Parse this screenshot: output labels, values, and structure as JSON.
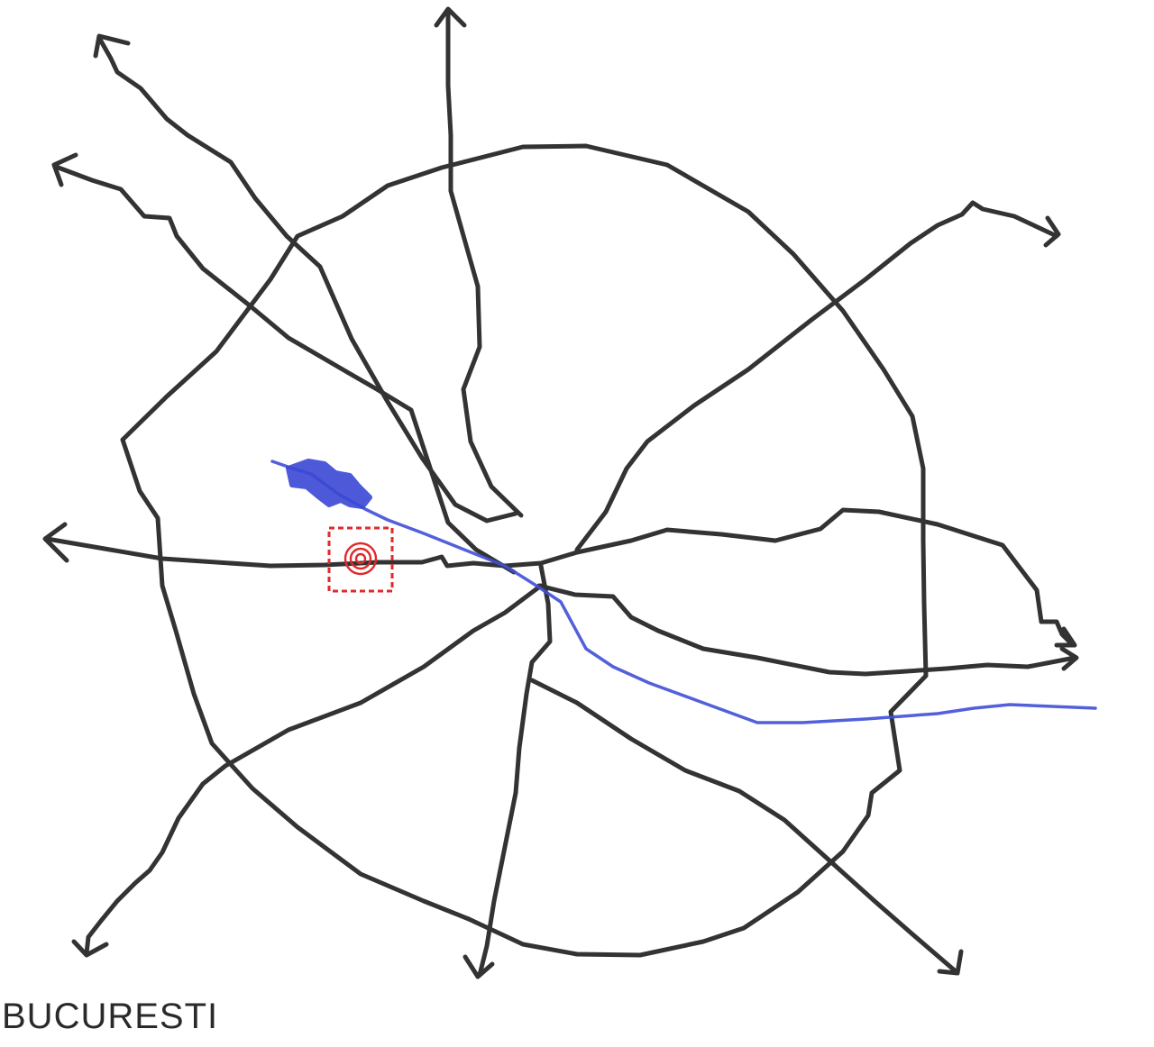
{
  "map": {
    "city_name": "BUCURESTI",
    "colors": {
      "roads": "#333333",
      "river": "#3f4fd6",
      "lake": "#3a48d4",
      "marker": "#e02a2a"
    },
    "features": {
      "ring_road": "ring-road",
      "radial_roads": [
        "north",
        "north-northwest",
        "northwest",
        "northeast",
        "west",
        "east",
        "southwest",
        "south",
        "southeast",
        "east-southeast"
      ],
      "river": "river",
      "lake": "lake",
      "marker": "target-marker"
    }
  }
}
